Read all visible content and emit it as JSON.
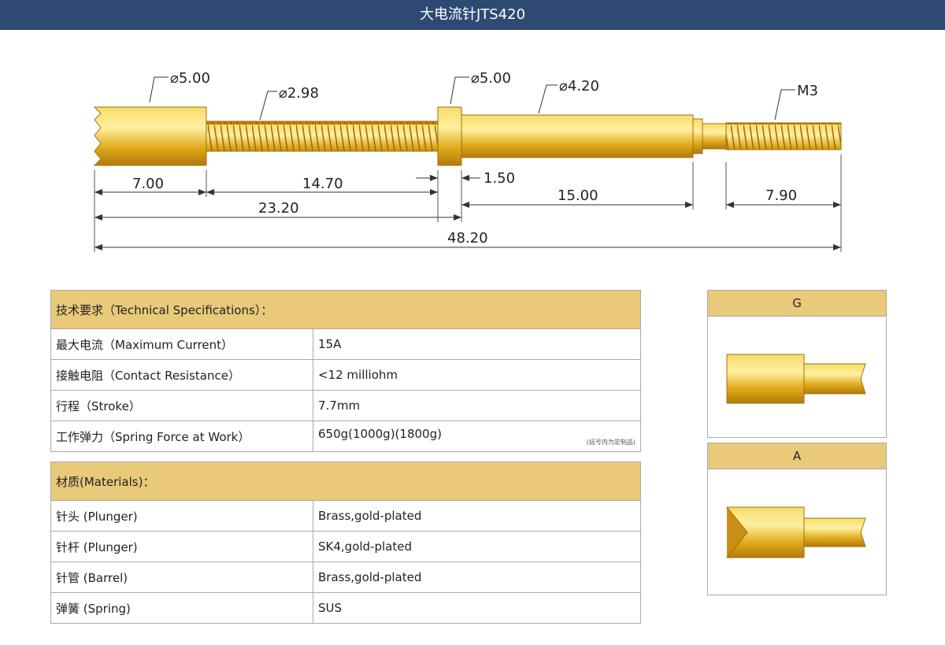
{
  "title": "大电流针JTS420",
  "dimensions": {
    "d_head": "⌀5.00",
    "d_thread": "⌀2.98",
    "d_collar": "⌀5.00",
    "d_barrel": "⌀4.20",
    "m3": "M3",
    "l_head": "7.00",
    "l_thread": "14.70",
    "l_collar": "1.50",
    "l_barrel": "15.00",
    "l_screw": "7.90",
    "l_plunger": "23.20",
    "l_total": "48.20"
  },
  "tech": {
    "header": "技术要求（Technical Specifications）：",
    "rows": [
      {
        "label": "最大电流（Maximum Current）",
        "value": "15A"
      },
      {
        "label": "接触电阻（Contact Resistance）",
        "value": "<12 milliohm"
      },
      {
        "label": "行程（Stroke）",
        "value": "7.7mm"
      },
      {
        "label": "工作弹力（Spring Force at Work）",
        "value": "650g(1000g)(1800g)"
      }
    ],
    "note": "(括号内为定制品)"
  },
  "materials": {
    "header": "材质(Materials)：",
    "rows": [
      {
        "label": "针头 (Plunger)",
        "value": "Brass,gold-plated"
      },
      {
        "label": "针杆 (Plunger)",
        "value": "SK4,gold-plated"
      },
      {
        "label": "针管 (Barrel)",
        "value": "Brass,gold-plated"
      },
      {
        "label": "弹簧 (Spring)",
        "value": "SUS"
      }
    ]
  },
  "tips": [
    {
      "label": "G"
    },
    {
      "label": "A"
    }
  ],
  "colors": {
    "title_bar": "#2e4a72",
    "table_header": "#e9c97a",
    "gold": "#e6b422"
  }
}
